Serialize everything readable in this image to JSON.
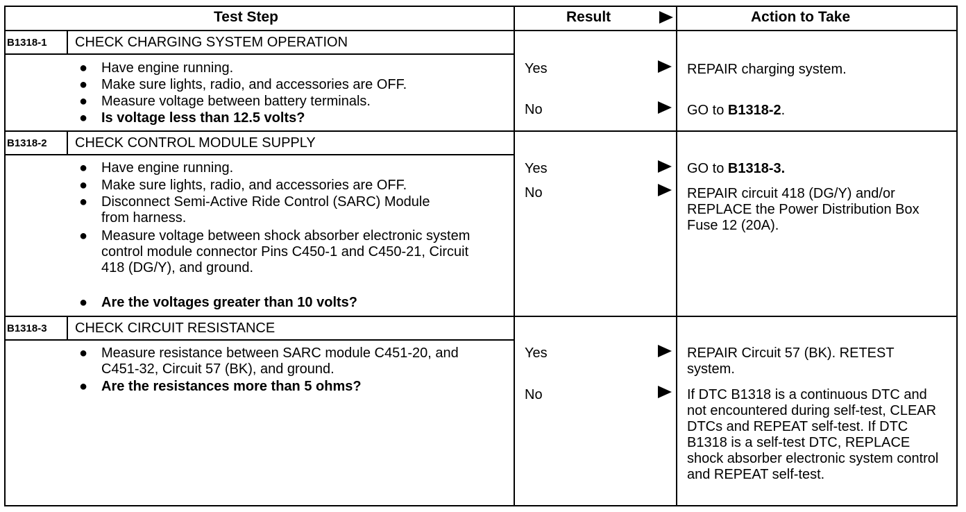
{
  "headers": {
    "test_step": "Test Step",
    "result": "Result",
    "action": "Action to Take"
  },
  "steps": [
    {
      "id": "B1318-1",
      "title": "CHECK CHARGING SYSTEM OPERATION",
      "bullets": [
        "Have engine running.",
        "Make sure lights, radio, and accessories are OFF.",
        "Measure voltage between battery terminals.",
        "Is voltage less than 12.5 volts?"
      ],
      "results": [
        {
          "label": "Yes",
          "action": "REPAIR charging system."
        },
        {
          "label": "No",
          "action_prefix": "GO to ",
          "action_ref": "B1318-2",
          "action_suffix": "."
        }
      ]
    },
    {
      "id": "B1318-2",
      "title": "CHECK CONTROL MODULE SUPPLY",
      "bullets": [
        "Have engine running.",
        "Make sure lights, radio, and accessories are OFF.",
        "Disconnect Semi-Active Ride Control (SARC) Module from harness.",
        "Measure voltage between shock absorber electronic system control module connector Pins C450-1 and C450-21, Circuit 418 (DG/Y), and ground.",
        "Are the voltages greater than 10 volts?"
      ],
      "results": [
        {
          "label": "Yes",
          "action_prefix": "GO to ",
          "action_ref": "B1318-3",
          "action_suffix": "."
        },
        {
          "label": "No",
          "action": "REPAIR circuit 418 (DG/Y) and/or REPLACE the Power Distribution Box Fuse 12 (20A)."
        }
      ]
    },
    {
      "id": "B1318-3",
      "title": "CHECK CIRCUIT RESISTANCE",
      "bullets": [
        "Measure resistance between SARC module C451-20, and C451-32, Circuit 57 (BK), and ground.",
        "Are the resistances more than 5 ohms?"
      ],
      "results": [
        {
          "label": "Yes",
          "action": "REPAIR Circuit 57 (BK). RETEST system."
        },
        {
          "label": "No",
          "action": "If DTC B1318 is a continuous DTC and not encountered during self-test, CLEAR DTCs and REPEAT self-test. If DTC B1318 is a self-test DTC, REPLACE shock absorber electronic system control and REPEAT self-test."
        }
      ]
    }
  ]
}
